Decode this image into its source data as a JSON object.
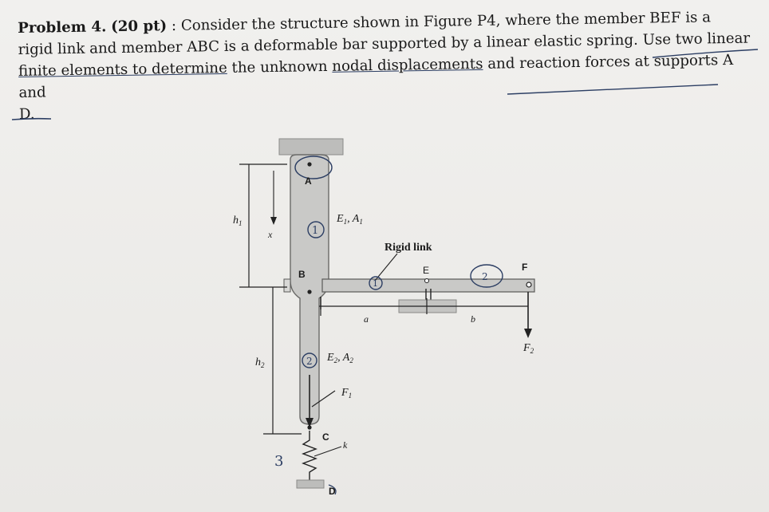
{
  "problem": {
    "heading": "Problem 4.",
    "points": "(20 pt)",
    "colon": ":",
    "line1": "Consider the structure shown in Figure P4, where the member BEF is a",
    "line2": "rigid link and member ABC is a deformable bar supported by a linear elastic spring. Use two linear",
    "line3a": "finite elements to determine",
    "line3b": " the unknown ",
    "line3c": "nodal displacements",
    "line3d": " and reaction forces at supports A and",
    "line4": "D."
  },
  "figure": {
    "label_A": "A",
    "label_B": "B",
    "label_C": "C",
    "label_D": "D",
    "label_E": "E",
    "label_F": "F",
    "label_h1": "h",
    "label_h1_sub": "1",
    "label_h2": "h",
    "label_h2_sub": "2",
    "label_x": "x",
    "label_E1A1_a": "E",
    "label_E1A1_sub1": "1",
    "label_E1A1_b": ", A",
    "label_E1A1_sub2": "1",
    "label_E2A2_a": "E",
    "label_E2A2_sub1": "2",
    "label_E2A2_b": ", A",
    "label_E2A2_sub2": "2",
    "label_rigid_link": "Rigid link",
    "label_a": "a",
    "label_b": "b",
    "label_F1": "F",
    "label_F1_sub": "1",
    "label_F2": "F",
    "label_F2_sub": "2",
    "label_k": "k"
  },
  "handwriting": {
    "node_1": "1",
    "node_2": "2",
    "node_3": "3",
    "elem_1": "1",
    "elem_2": "2"
  },
  "colors": {
    "ink": "#1a1a1a",
    "pen": "#2c3e63",
    "bar_fill": "#c9c9c7",
    "support_fill": "#bdbdbb"
  }
}
